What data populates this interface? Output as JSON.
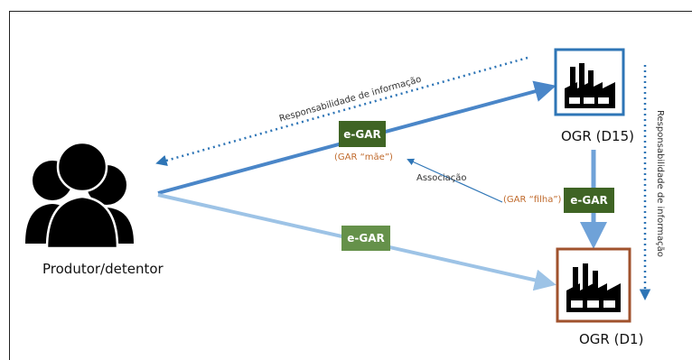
{
  "nodes": {
    "producer_label": "Produtor/detentor",
    "ogr_d15_label": "OGR (D15)",
    "ogr_d1_label": "OGR (D1)"
  },
  "badges": {
    "egar_top": "e-GAR",
    "egar_bottom": "e-GAR",
    "egar_child": "e-GAR"
  },
  "annotations": {
    "gar_mae": "(GAR “mãe”)",
    "gar_filha": "(GAR “filha”)",
    "associacao": "Associação",
    "responsabilidade_top": "Responsabilidade de informação",
    "responsabilidade_right": "Responsabilidade de informação"
  },
  "colors": {
    "arrow_dark_blue": "#4a86c8",
    "arrow_light_blue": "#9dc3e6",
    "dotted_blue": "#2e75b6",
    "badge_dark_green": "#3f6424",
    "badge_light_green": "#65914a",
    "d15_border": "#2e75b6",
    "d1_border": "#a0522d",
    "orange_text": "#c06a2c"
  }
}
